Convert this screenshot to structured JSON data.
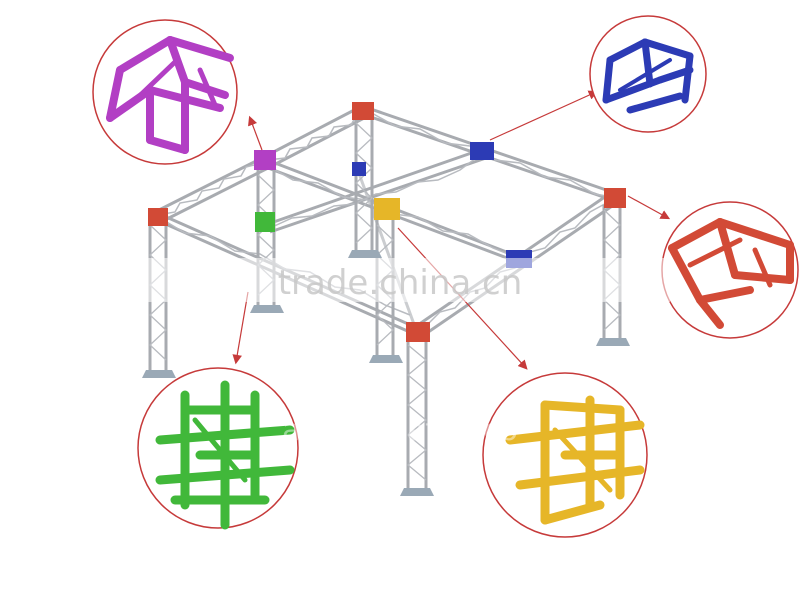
{
  "watermark": {
    "main": "trade.china.cn",
    "faint_text": "asochi...ataa.co"
  },
  "colors": {
    "truss": "#a8abb0",
    "truss_dark": "#7d8086",
    "base_plate": "#9aa9b6",
    "callout_ring": "#c63a3a",
    "arrow": "#c63a3a",
    "purple": "#b23fc4",
    "blue": "#2c3bb5",
    "red": "#d24a36",
    "green": "#41b83a",
    "yellow": "#e6b628"
  },
  "callouts": [
    {
      "id": "purple",
      "icon": "purple-corner-cube-icon",
      "color_key": "purple"
    },
    {
      "id": "blue",
      "icon": "blue-corner-cube-icon",
      "color_key": "blue"
    },
    {
      "id": "red",
      "icon": "red-corner-cube-icon",
      "color_key": "red"
    },
    {
      "id": "green",
      "icon": "green-cross-cube-icon",
      "color_key": "green"
    },
    {
      "id": "yellow",
      "icon": "yellow-cross-cube-icon",
      "color_key": "yellow"
    }
  ]
}
